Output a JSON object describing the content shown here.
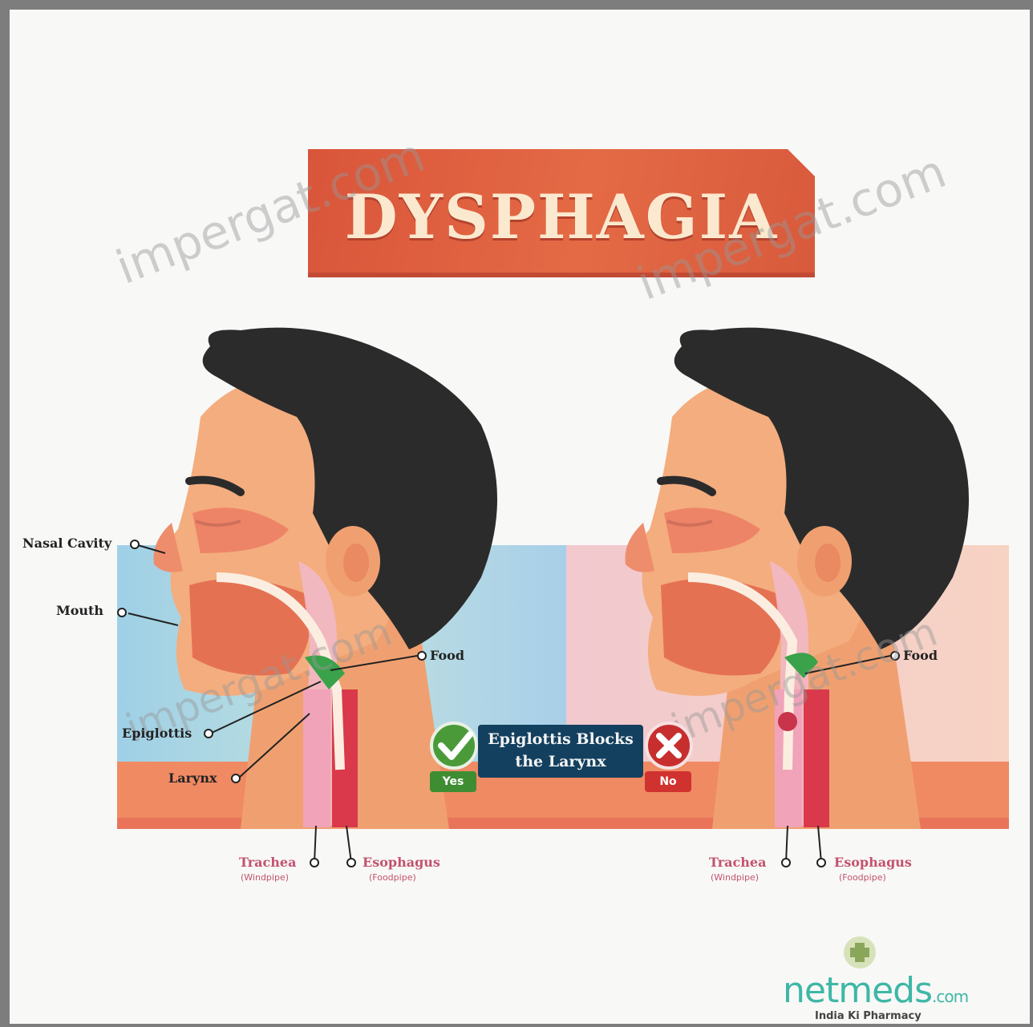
{
  "title": "DYSPHAGIA",
  "watermarks": [
    "impergat.com",
    "impergat.com",
    "impergat.com",
    "impergat.com"
  ],
  "left_figure": {
    "labels": {
      "nasal_cavity": "Nasal Cavity",
      "mouth": "Mouth",
      "food": "Food",
      "epiglottis": "Epiglottis",
      "larynx": "Larynx",
      "trachea": "Trachea",
      "trachea_sub": "(Windpipe)",
      "esophagus": "Esophagus",
      "esophagus_sub": "(Foodpipe)"
    }
  },
  "right_figure": {
    "labels": {
      "food": "Food",
      "trachea": "Trachea",
      "trachea_sub": "(Windpipe)",
      "esophagus": "Esophagus",
      "esophagus_sub": "(Foodpipe)"
    }
  },
  "center_badge": {
    "line1": "Epiglottis Blocks",
    "line2": "the Larynx",
    "yes": "Yes",
    "no": "No"
  },
  "logo": {
    "name": "netmeds",
    "suffix": ".com",
    "tagline": "India Ki Pharmacy"
  },
  "colors": {
    "banner": "#e0603f",
    "hair": "#2b2b2b",
    "skin": "#f2a779",
    "throat": "#e86a4d",
    "yes": "#3f8d33",
    "no": "#d0322f",
    "badge": "#13405f",
    "logo": "#3eb7a6"
  }
}
